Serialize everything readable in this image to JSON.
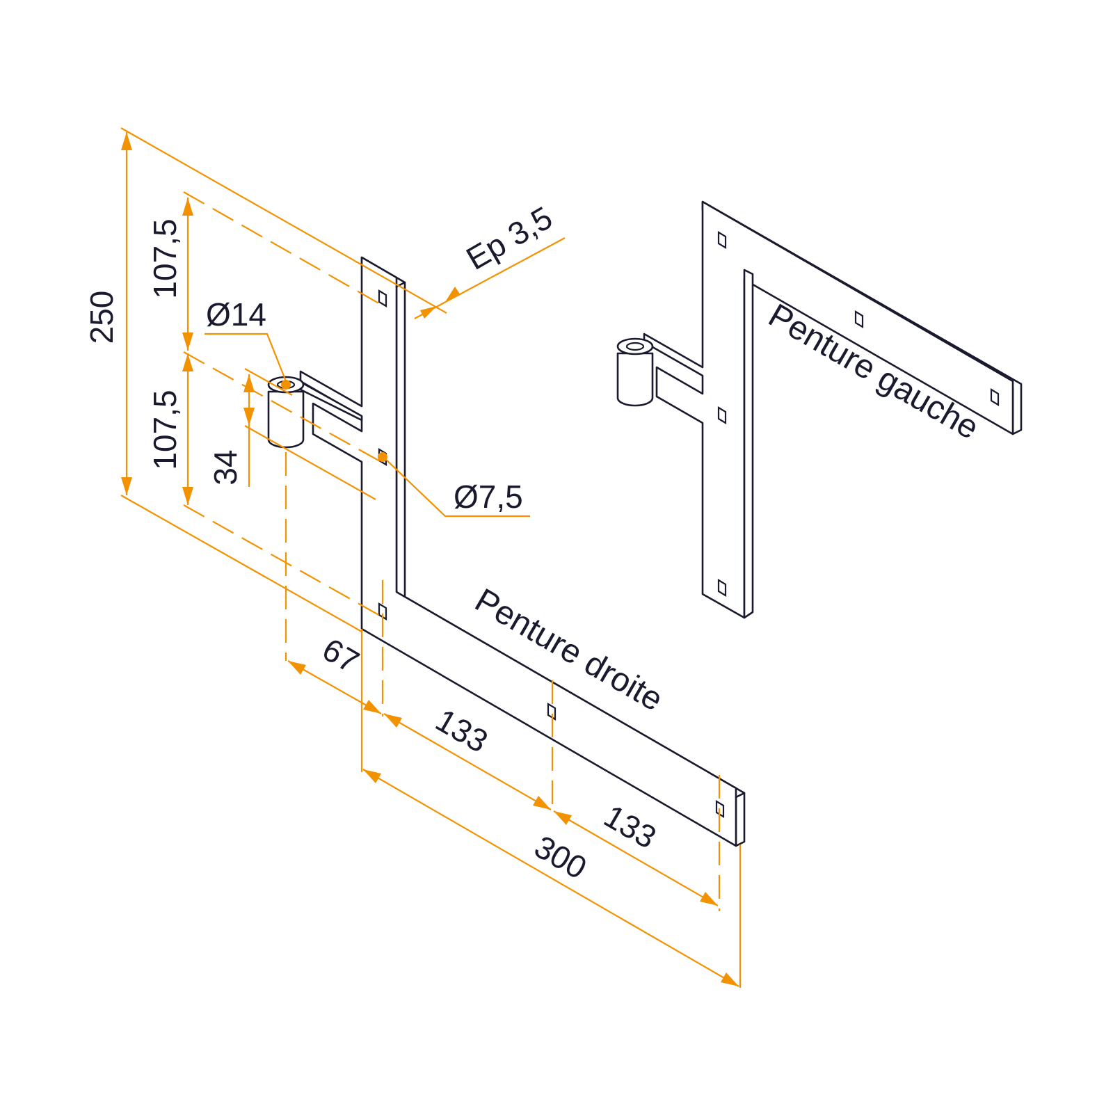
{
  "colors": {
    "dimension": "#f39200",
    "outline": "#1a1a2e",
    "background": "#ffffff"
  },
  "parts": {
    "right": {
      "label": "Penture droite"
    },
    "left": {
      "label": "Penture gauche"
    }
  },
  "dimensions": {
    "total_height": "250",
    "upper_half": "107,5",
    "lower_half": "107,5",
    "pin_diameter": "Ø14",
    "pin_height": "34",
    "thickness": "Ep 3,5",
    "hole_diameter": "Ø7,5",
    "offset": "67",
    "spacing_1": "133",
    "spacing_2": "133",
    "total_length": "300"
  }
}
